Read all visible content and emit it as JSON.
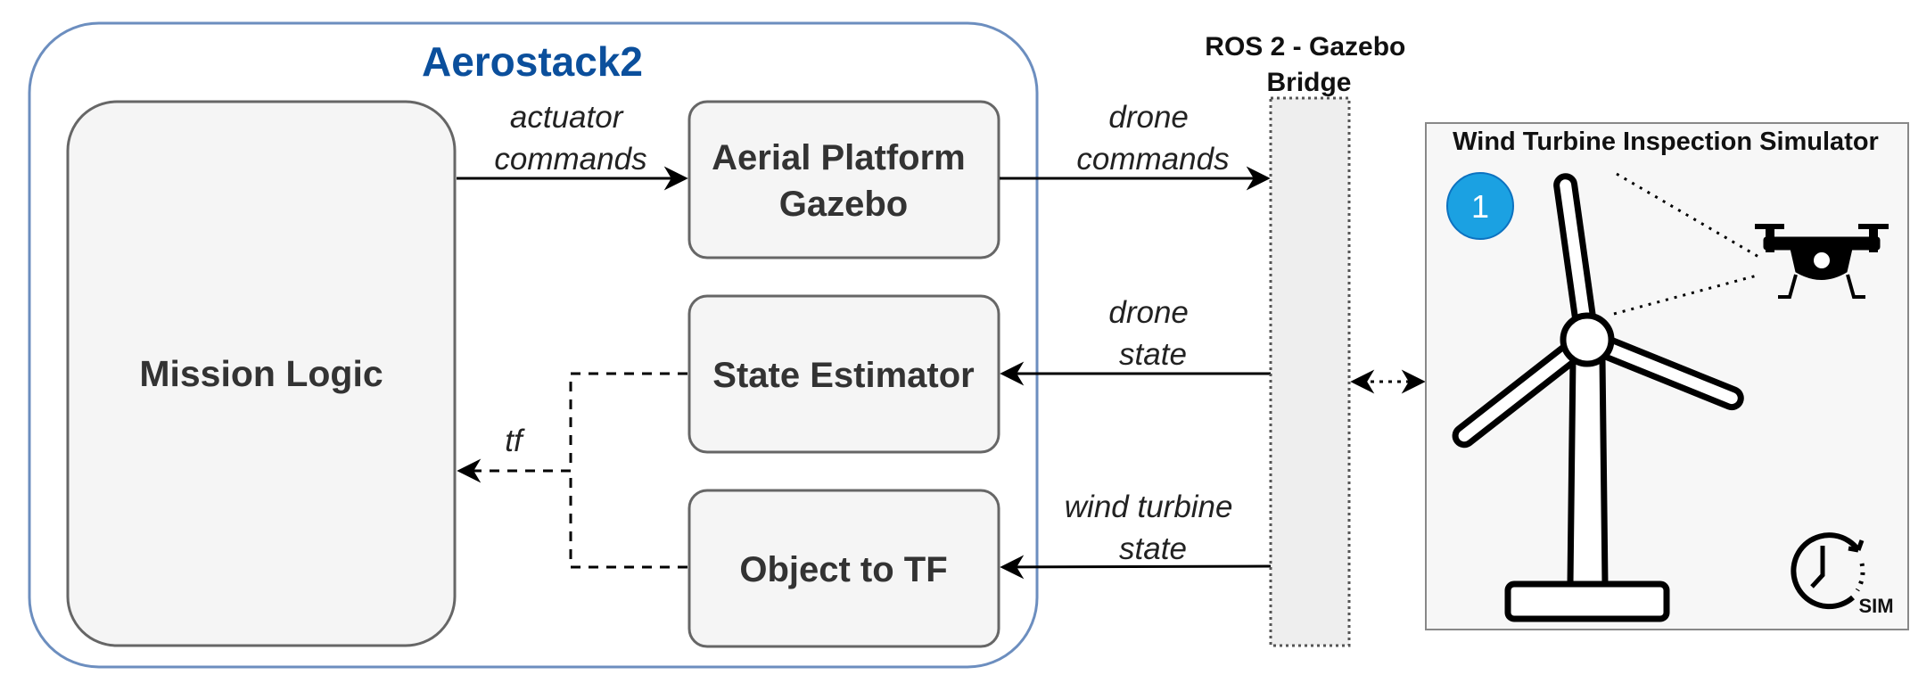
{
  "aerostack": {
    "title": "Aerostack2",
    "mission_logic": "Mission Logic",
    "aerial_platform": [
      "Aerial Platform",
      "Gazebo"
    ],
    "state_estimator": "State Estimator",
    "object_to_tf": "Object to TF"
  },
  "edges": {
    "actuator_commands": [
      "actuator",
      "commands"
    ],
    "drone_commands": [
      "drone",
      "commands"
    ],
    "drone_state": [
      "drone",
      "state"
    ],
    "wind_turbine_state": [
      "wind turbine",
      "state"
    ],
    "tf": "tf"
  },
  "bridge": {
    "title": [
      "ROS 2 - Gazebo",
      "Bridge"
    ]
  },
  "simulator": {
    "title": "Wind Turbine Inspection Simulator",
    "badge": "1",
    "sim_label": "SIM"
  },
  "icons": {
    "wind_turbine": "wind-turbine-icon",
    "drone": "drone-icon",
    "sim_clock": "clock-icon"
  },
  "colors": {
    "aerostack_border": "#6c8ebf",
    "aerostack_title": "#0b4f9c",
    "box_fill": "#f5f5f5",
    "box_border": "#666666",
    "badge_fill": "#1ba1e2",
    "bridge_fill": "#eeeeee"
  }
}
